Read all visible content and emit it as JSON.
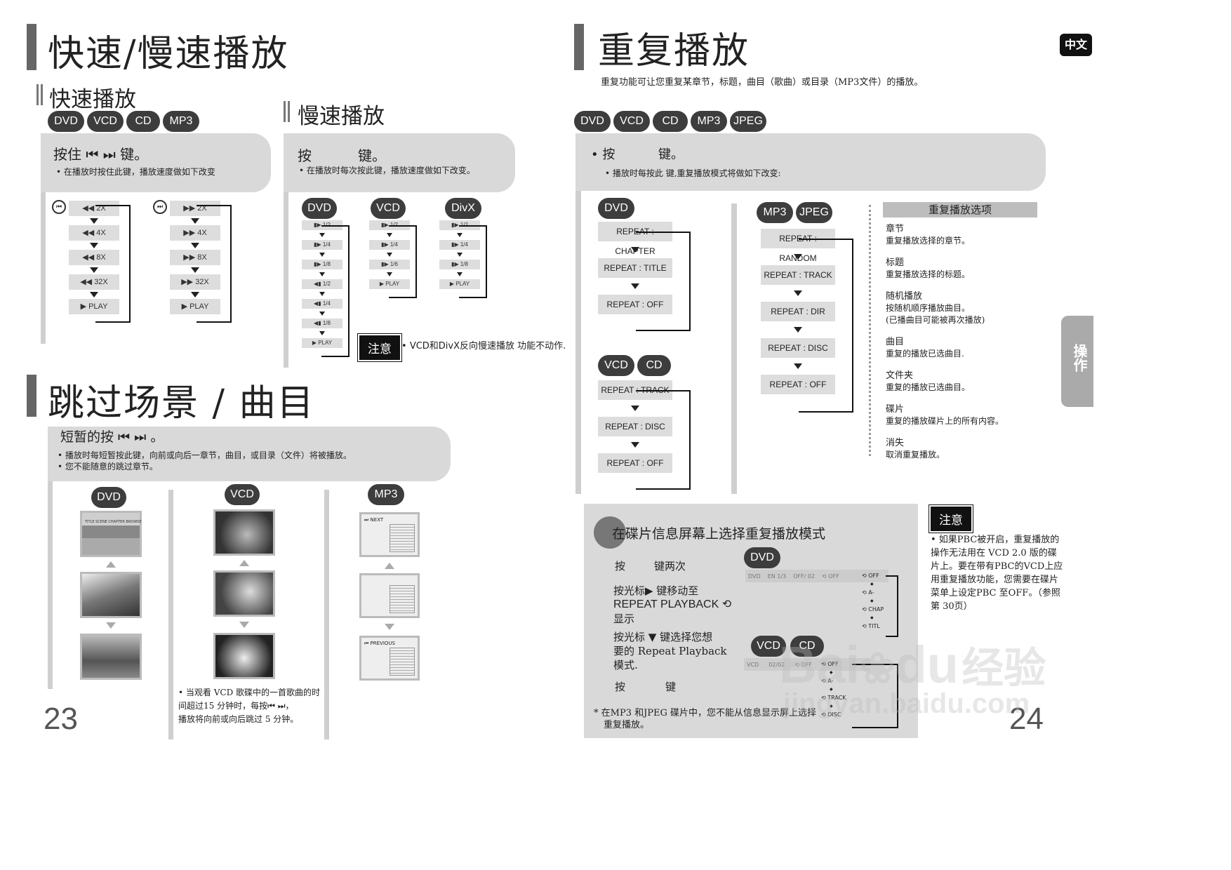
{
  "left": {
    "title": "快速/慢速播放",
    "fast": {
      "subtitle": "快速播放",
      "discs": [
        "DVD",
        "VCD",
        "CD",
        "MP3"
      ],
      "instruction": "按住 ⏮ ⏭ 键。",
      "note": "在播放时按住此键，播放速度做如下改变",
      "rewind_steps": [
        "◀◀  2X",
        "◀◀  4X",
        "◀◀  8X",
        "◀◀  32X",
        "▶  PLAY"
      ],
      "forward_steps": [
        "▶▶  2X",
        "▶▶  4X",
        "▶▶  8X",
        "▶▶  32X",
        "▶  PLAY"
      ]
    },
    "slow": {
      "subtitle": "慢速播放",
      "instruction_a": "按",
      "instruction_b": "键。",
      "note": "在播放时每次按此键，播放速度做如下改变。",
      "columns": [
        {
          "label": "DVD",
          "steps": [
            "▮▶ 1/2",
            "▮▶ 1/4",
            "▮▶ 1/8",
            "◀▮ 1/2",
            "◀▮ 1/4",
            "◀▮ 1/8",
            "▶ PLAY"
          ]
        },
        {
          "label": "VCD",
          "steps": [
            "▮▶ 1/2",
            "▮▶ 1/4",
            "▮▶ 1/6",
            "▶ PLAY"
          ]
        },
        {
          "label": "DivX",
          "steps": [
            "▮▶ 1/2",
            "▮▶ 1/4",
            "▮▶ 1/8",
            "▶ PLAY"
          ]
        }
      ],
      "caution_label": "注意",
      "caution_text": "VCD和DivX反向慢速播放 功能不动作."
    },
    "skip": {
      "title": "跳过场景 / 曲目",
      "instruction": "短暂的按 ⏮ ⏭ 。",
      "bullets": [
        "播放时每短暂按此键，向前或向后一章节，曲目，或目录（文件）将被播放。",
        "您不能随意的跳过章节。"
      ],
      "columns": [
        "DVD",
        "VCD",
        "MP3"
      ],
      "mp3_next": "NEXT",
      "mp3_previous": "PREVIOUS",
      "dvd_thumb_text": "TITLE  SCENE  CHAPTER  BROWSE",
      "vcd_note_line1": "当观看 VCD 歌碟中的一首歌曲的时",
      "vcd_note_line2": "间超过15 分钟时，每按⏮ ⏭，",
      "vcd_note_line3": "播放将向前或向后跳过 5 分钟。"
    },
    "page_number": "23"
  },
  "right": {
    "title": "重复播放",
    "intro": "重复功能可让您重复某章节，标题，曲目（歌曲）或目录（MP3文件）的播放。",
    "lang_tag": "中文",
    "side_tab": "操作",
    "discs": [
      "DVD",
      "VCD",
      "CD",
      "MP3",
      "JPEG"
    ],
    "instruction_a": "• 按",
    "instruction_b": "键。",
    "note": "播放时每按此 键,重复播放模式将做如下改变:",
    "dvd_label": "DVD",
    "dvd_steps": [
      "REPEAT : CHAPTER",
      "REPEAT : TITLE",
      "REPEAT : OFF"
    ],
    "vcd_labels": [
      "VCD",
      "CD"
    ],
    "vcd_steps": [
      "REPEAT : TRACK",
      "REPEAT : DISC",
      "REPEAT : OFF"
    ],
    "mp3_labels": [
      "MP3",
      "JPEG"
    ],
    "mp3_steps": [
      "REPEAT : RANDOM",
      "REPEAT : TRACK",
      "REPEAT : DIR",
      "REPEAT : DISC",
      "REPEAT : OFF"
    ],
    "options_header": "重复播放选项",
    "options": [
      {
        "name": "章节",
        "desc": "重复播放选择的章节。"
      },
      {
        "name": "标题",
        "desc": "重复播放选择的标题。"
      },
      {
        "name": "随机播放",
        "desc": "按随机顺序播放曲目。",
        "extra": "(已播曲目可能被再次播放)"
      },
      {
        "name": "曲目",
        "desc": "重复的播放已选曲目."
      },
      {
        "name": "文件夹",
        "desc": "重复的播放已选曲目。"
      },
      {
        "name": "碟片",
        "desc": "重复的播放碟片上的所有内容。"
      },
      {
        "name": "消失",
        "desc": "取消重复播放。"
      }
    ],
    "info": {
      "title": "在碟片信息屏幕上选择重复播放模式",
      "step1_a": "按",
      "step1_b": "键两次",
      "step2_line1": "按光标▶ 键移动至",
      "step2_line2": "REPEAT PLAYBACK ⟲",
      "step2_line3": "显示",
      "step3_line1": "按光标 ▼ 键选择您想",
      "step3_line2": "要的 Repeat Playback",
      "step3_line3": "模式.",
      "step4_a": "按",
      "step4_b": "键",
      "footnote_line1": "* 在MP3 和JPEG 碟片中，您不能从信息显示屏上选择",
      "footnote_line2": "重复播放。",
      "dvd_label": "DVD",
      "dvd_osd": [
        "DVD",
        "EN 1/3",
        "OFF/ 02",
        "⟲ OFF"
      ],
      "dvd_menu": [
        "⟲ OFF",
        "⟲ A-",
        "⟲ CHAP",
        "⟲ TITL"
      ],
      "vcd_labels": [
        "VCD",
        "CD"
      ],
      "vcd_osd": [
        "VCD",
        "02/02",
        "⟲ OFF"
      ],
      "vcd_menu": [
        "⟲ OFF",
        "⟲ A-",
        "⟲ TRACK",
        "⟲ DISC"
      ]
    },
    "caution_label": "注意",
    "caution_lines": [
      "• 如果PBC被开启，重复播放的",
      "操作无法用在 VCD 2.0 版的碟",
      "片上。要在带有PBC的VCD上应",
      "用重复播放功能，您需要在碟片",
      "菜单上设定PBC 至OFF。（参照",
      "第 30页）"
    ],
    "page_number": "24",
    "watermark_a": "Bai",
    "watermark_b": "du",
    "watermark_c": "经验",
    "watermark_url": "jingyan.baidu.com"
  },
  "colors": {
    "grey_box": "#d9d9d9",
    "pill": "#3d3d3d",
    "bar": "#666666"
  }
}
